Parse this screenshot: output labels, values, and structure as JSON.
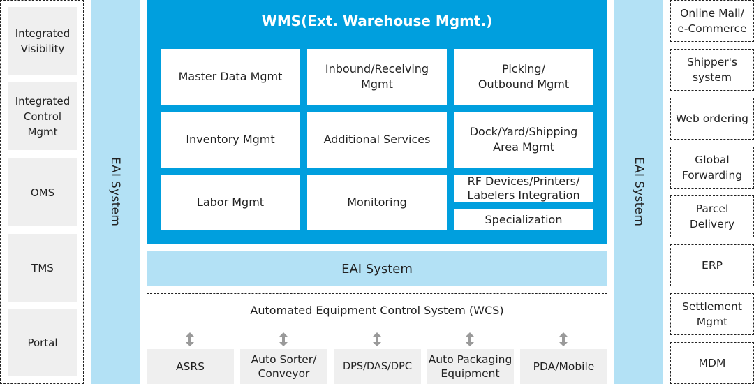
{
  "left_panel": {
    "items": [
      {
        "label": "Integrated Visibility"
      },
      {
        "label": "Integrated Control Mgmt"
      },
      {
        "label": "OMS"
      },
      {
        "label": "TMS"
      },
      {
        "label": "Portal"
      }
    ]
  },
  "eai_left": {
    "label": "EAI System"
  },
  "eai_right": {
    "label": "EAI System"
  },
  "wms": {
    "title": "WMS(Ext. Warehouse Mgmt.)",
    "modules": [
      {
        "label": "Master Data Mgmt"
      },
      {
        "label": "Inbound/Receiving Mgmt"
      },
      {
        "label": "Picking/ Outbound Mgmt"
      },
      {
        "label": "Inventory Mgmt"
      },
      {
        "label": "Additional Services"
      },
      {
        "label": "Dock/Yard/Shipping Area Mgmt"
      },
      {
        "label": "Labor Mgmt"
      },
      {
        "label": "Monitoring"
      },
      {
        "label": "RF Devices/Printers/ Labelers Integration"
      },
      {
        "label": "Specialization"
      }
    ]
  },
  "eai_bottom": {
    "label": "EAI System"
  },
  "wcs": {
    "label": "Automated Equipment Control System (WCS)"
  },
  "equipment": [
    {
      "label": "ASRS"
    },
    {
      "label": "Auto Sorter/ Conveyor"
    },
    {
      "label": "DPS/DAS/DPC"
    },
    {
      "label": "Auto Packaging Equipment"
    },
    {
      "label": "PDA/Mobile"
    }
  ],
  "right_panel": {
    "items": [
      {
        "label": "Online Mall/ e-Commerce"
      },
      {
        "label": "Shipper's system"
      },
      {
        "label": "Web ordering"
      },
      {
        "label": "Global Forwarding"
      },
      {
        "label": "Parcel Delivery"
      },
      {
        "label": "ERP"
      },
      {
        "label": "Settlement Mgmt"
      },
      {
        "label": "MDM"
      }
    ]
  },
  "colors": {
    "wms_blue": "#009fde",
    "eai_light_blue": "#b3e1f5",
    "box_gray": "#efefef",
    "arrow_gray": "#9a9a9a"
  }
}
